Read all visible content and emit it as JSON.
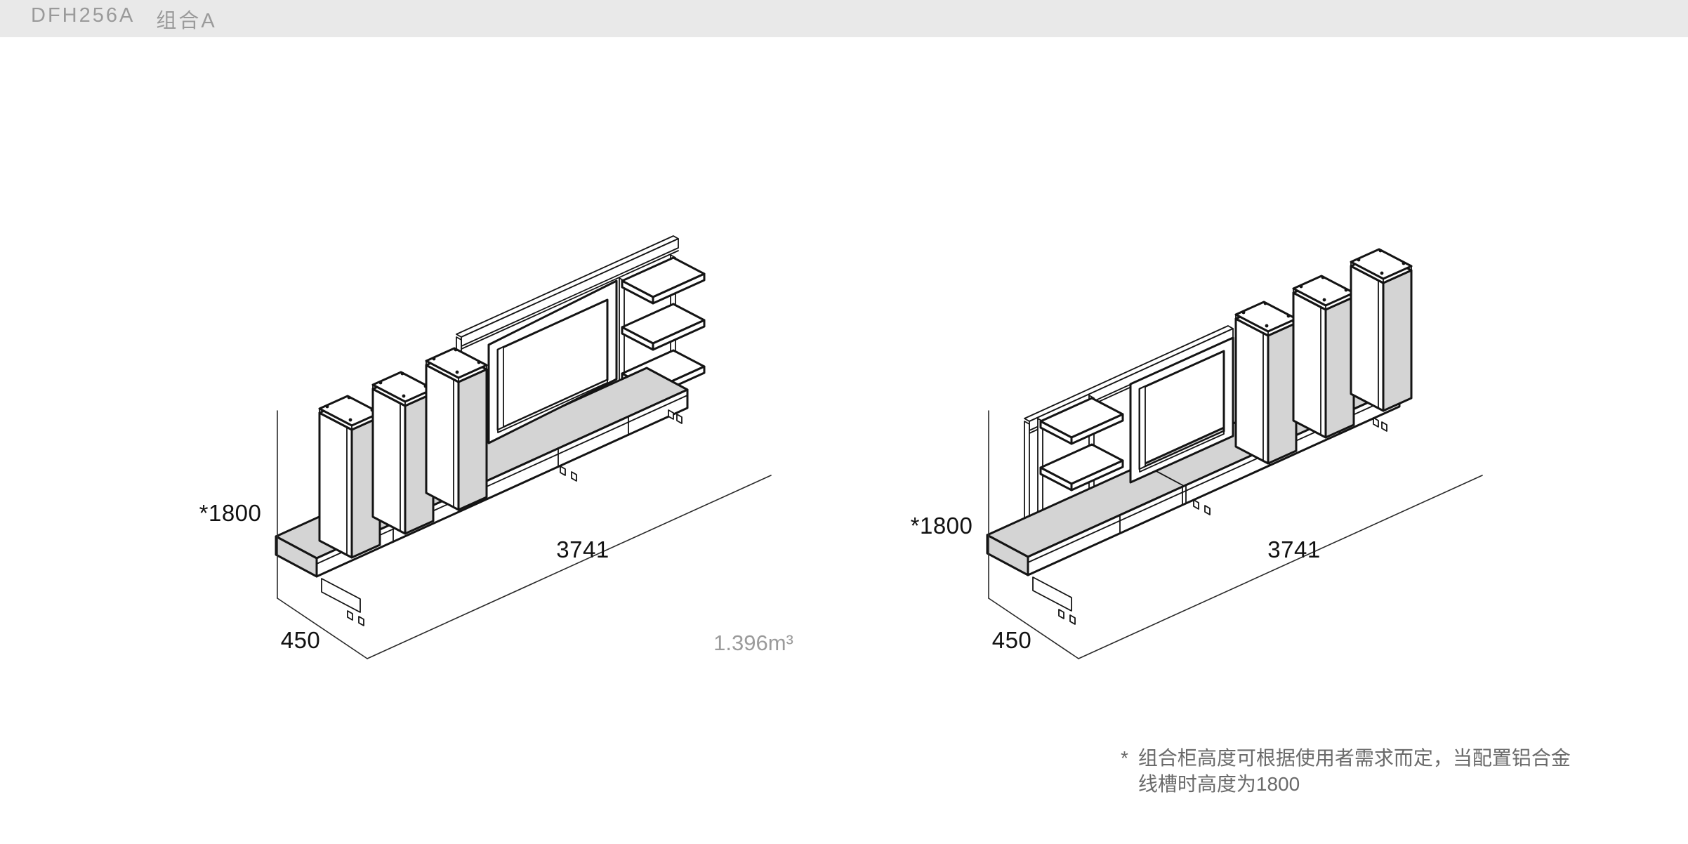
{
  "header": {
    "model": "DFH256A",
    "variant": "组合A"
  },
  "figures": [
    {
      "side": "left",
      "height_label": "*1800",
      "width_label": "3741",
      "depth_label": "450",
      "volume_label": "1.396m³"
    },
    {
      "side": "right",
      "height_label": "*1800",
      "width_label": "3741",
      "depth_label": "450"
    }
  ],
  "footnote": {
    "marker": "*",
    "line1": "组合柜高度可根据使用者需求而定，当配置铝合金",
    "line2": "线槽时高度为1800"
  },
  "colors": {
    "header_bg": "#e9e9e9",
    "header_text": "#9a9a9a",
    "line": "#141414",
    "panel_gray": "#d4d4d4",
    "muted_text": "#9b9b9b",
    "footnote_text": "#6a6a6a"
  }
}
